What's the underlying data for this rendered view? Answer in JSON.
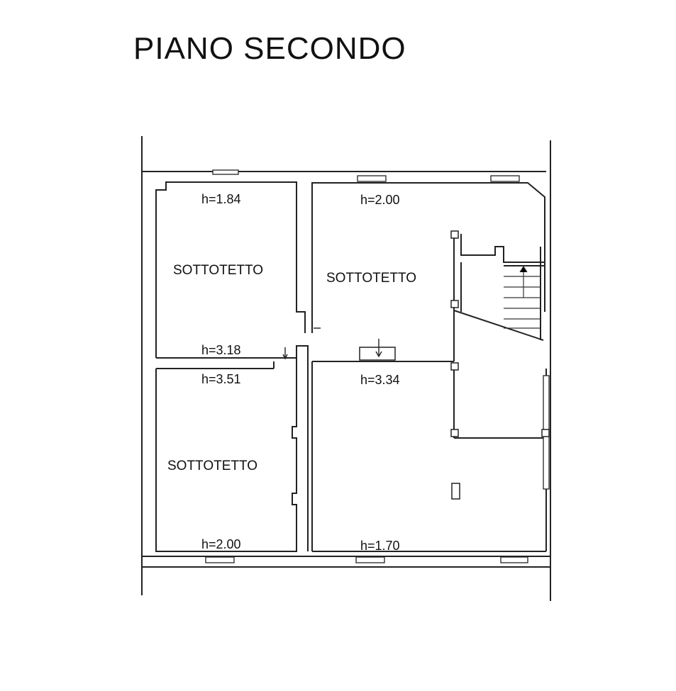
{
  "title": "PIANO SECONDO",
  "rooms": [
    {
      "name": "SOTTOTETTO"
    },
    {
      "name": "SOTTOTETTO"
    },
    {
      "name": "SOTTOTETTO"
    }
  ],
  "heights": [
    "h=1.84",
    "h=2.00",
    "h=3.18",
    "h=3.51",
    "h=3.34",
    "h=2.00",
    "h=1.70"
  ]
}
